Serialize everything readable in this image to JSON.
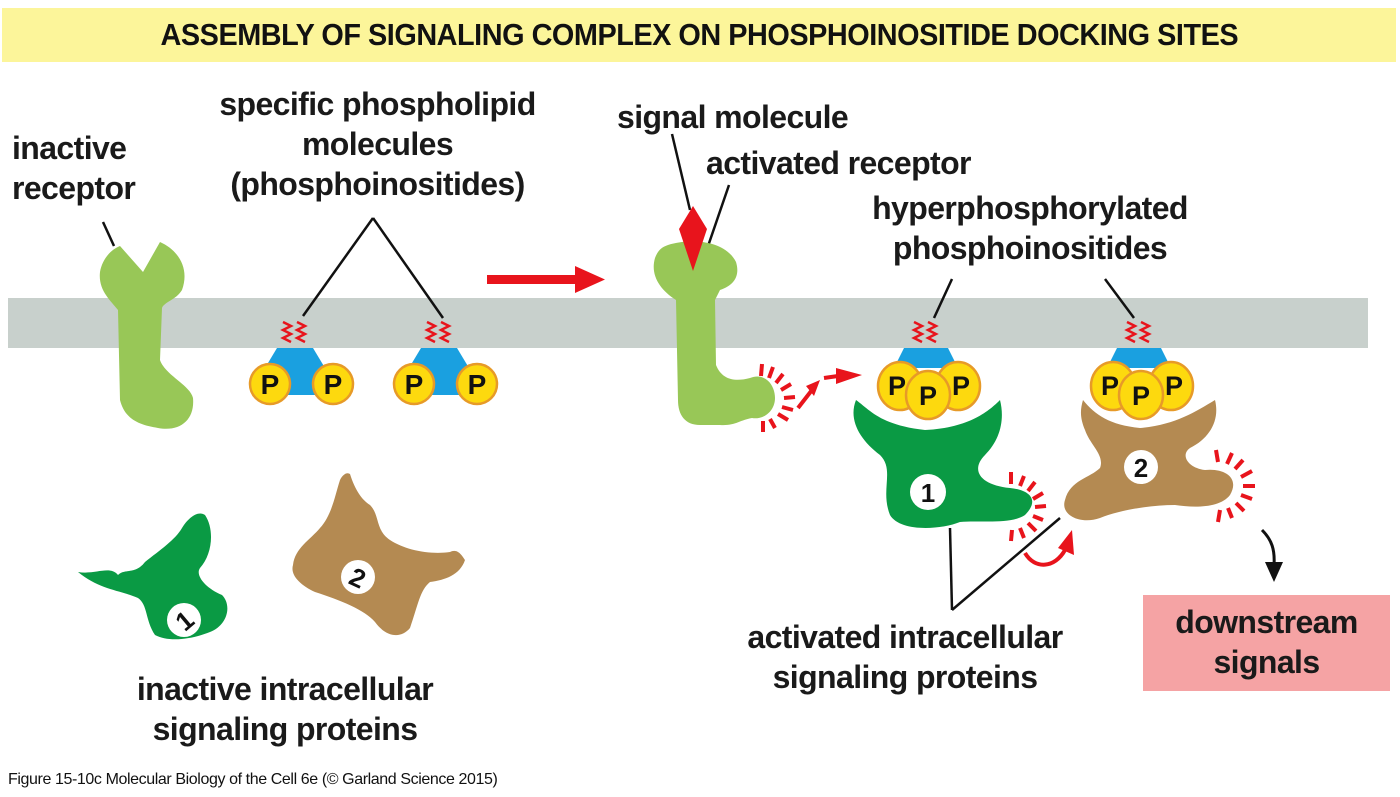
{
  "title": "ASSEMBLY OF SIGNALING COMPLEX ON PHOSPHOINOSITIDE DOCKING SITES",
  "labels": {
    "inactive_receptor": [
      "inactive",
      "receptor"
    ],
    "specific_phospholipid": [
      "specific phospholipid",
      "molecules",
      "(phosphoinositides)"
    ],
    "signal_molecule": "signal molecule",
    "activated_receptor": "activated receptor",
    "hyperphosphorylated": [
      "hyperphosphorylated",
      "phosphoinositides"
    ],
    "inactive_proteins": [
      "inactive intracellular",
      "signaling proteins"
    ],
    "activated_proteins": [
      "activated intracellular",
      "signaling proteins"
    ],
    "downstream": [
      "downstream",
      "signals"
    ]
  },
  "phosphate_symbol": "P",
  "protein_numbers": [
    "1",
    "2"
  ],
  "caption": "Figure 15-10c  Molecular Biology of the Cell 6e (© Garland Science 2015)",
  "colors": {
    "title_bg": "#fcf59a",
    "membrane": "#c8d0cc",
    "receptor": "#98c757",
    "protein1": "#0a9a44",
    "protein2": "#b48a52",
    "phosphate": "#fdd90e",
    "phosphate_border": "#e79a28",
    "inositol": "#1aa0e0",
    "signal": "#e8141c",
    "downstream_bg": "#f5a3a4"
  }
}
